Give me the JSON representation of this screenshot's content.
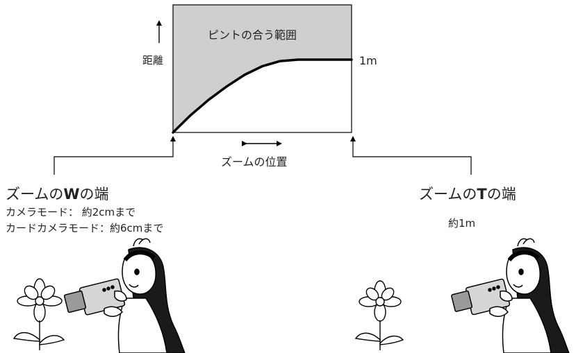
{
  "chart": {
    "region_label": "ピントの合う範囲",
    "y_axis_label": "距離",
    "y_value_label": "1m",
    "x_axis_label": "ズームの位置"
  },
  "left_case": {
    "title_prefix": "ズームの",
    "title_emphasis": "W",
    "title_suffix": "の端",
    "line1": "カメラモード： 約2cmまで",
    "line2": "カードカメラモード：約6cmまで"
  },
  "right_case": {
    "title_prefix": "ズームの",
    "title_emphasis": "T",
    "title_suffix": "の端",
    "line1": "約1m"
  },
  "colors": {
    "region_fill": "#cfcfcf",
    "line": "#000000"
  },
  "chart_data": {
    "type": "line",
    "title": "",
    "xlabel": "ズームの位置",
    "ylabel": "距離",
    "x_endpoints": [
      "W",
      "T"
    ],
    "series": [
      {
        "x": [
          0,
          0.1,
          0.2,
          0.3,
          0.4,
          0.5,
          0.6,
          0.7,
          1.0
        ],
        "y": [
          0,
          0.24,
          0.45,
          0.63,
          0.79,
          0.91,
          0.98,
          1.0,
          1.0
        ]
      }
    ],
    "y_annotation": "1m",
    "shaded_region": "ピントの合う範囲"
  }
}
